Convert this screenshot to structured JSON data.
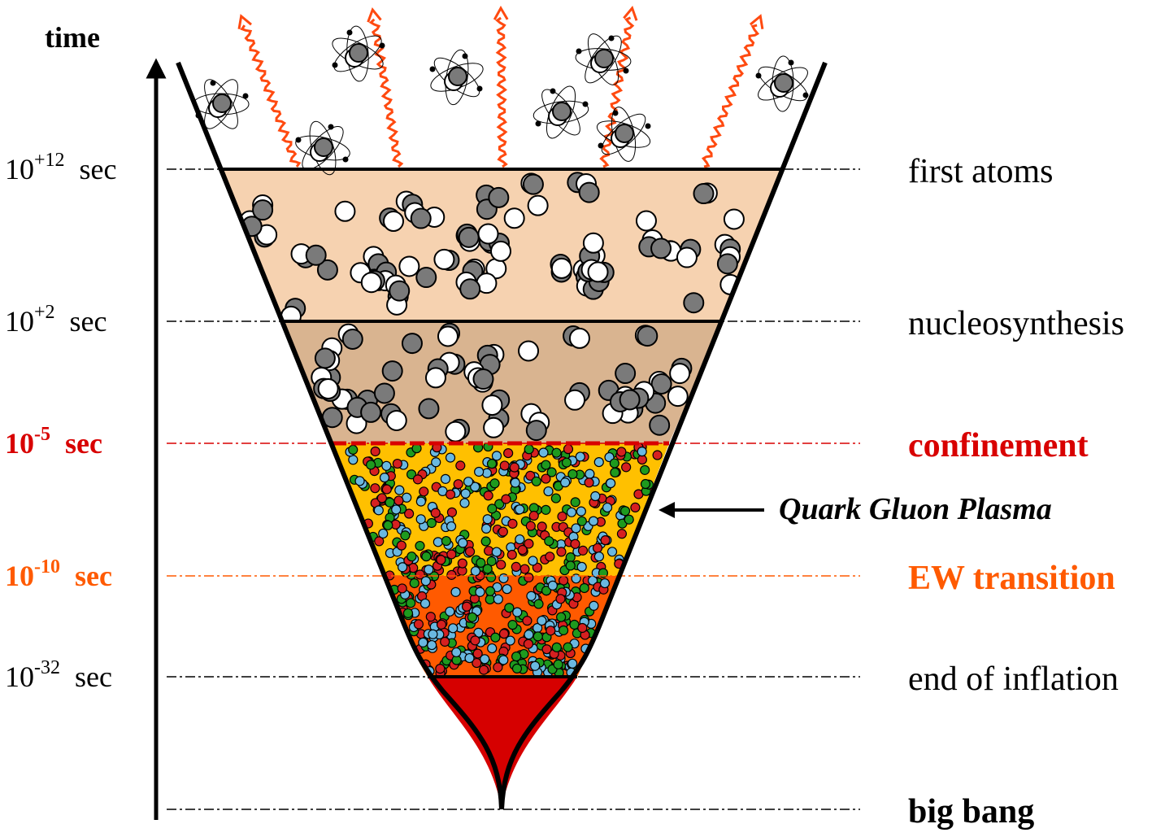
{
  "axis": {
    "label": "time"
  },
  "epochs": [
    {
      "id": "first-atoms",
      "time_base": "10",
      "time_exp": "+12",
      "time_unit": "sec",
      "event": "first atoms",
      "color": "#000000",
      "bold": false
    },
    {
      "id": "nucleosynthesis",
      "time_base": "10",
      "time_exp": "+2",
      "time_unit": "sec",
      "event": "nucleosynthesis",
      "color": "#000000",
      "bold": false
    },
    {
      "id": "confinement",
      "time_base": "10",
      "time_exp": "-5",
      "time_unit": "sec",
      "event": "confinement",
      "color": "#d80000",
      "bold": true
    },
    {
      "id": "ew-transition",
      "time_base": "10",
      "time_exp": "-10",
      "time_unit": "sec",
      "event": "EW transition",
      "color": "#ff5a00",
      "bold": true
    },
    {
      "id": "end-of-inflation",
      "time_base": "10",
      "time_exp": "-32",
      "time_unit": "sec",
      "event": "end of inflation",
      "color": "#000000",
      "bold": false
    },
    {
      "id": "big-bang",
      "time_base": "",
      "time_exp": "",
      "time_unit": "",
      "event": "big bang",
      "color": "#000000",
      "bold": true
    }
  ],
  "annotation": {
    "label": "Quark Gluon Plasma"
  },
  "colors": {
    "atoms_band": "#f6d2b0",
    "nuclei_band": "#d9b490",
    "qgp_band": "#ffc000",
    "ew_band": "#ff5a00",
    "inflation_band": "#d60000",
    "photon": "#ff4a10",
    "nucleon_gray": "#7a7a7a",
    "nucleon_white": "#ffffff",
    "quark_red": "#d62020",
    "quark_green": "#1e9a1e",
    "quark_blue": "#6ab8e0"
  }
}
